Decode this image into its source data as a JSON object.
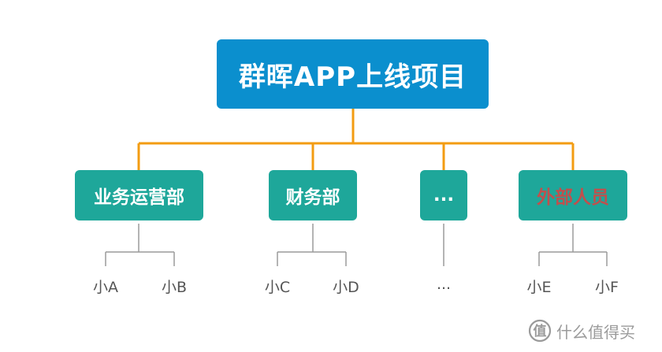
{
  "root": {
    "label": "群晖APP上线项目"
  },
  "departments": [
    {
      "label": "业务运营部",
      "text_color": "#ffffff"
    },
    {
      "label": "财务部",
      "text_color": "#ffffff"
    },
    {
      "label": "...",
      "text_color": "#ffffff"
    },
    {
      "label": "外部人员",
      "text_color": "#c0504d"
    }
  ],
  "members": [
    "小A",
    "小B",
    "小C",
    "小D",
    "...",
    "小E",
    "小F"
  ],
  "watermark": {
    "text": "什么值得买"
  },
  "colors": {
    "root_box": "#0b8fce",
    "dept_box": "#1ea79a",
    "connector": "#f39c12",
    "leaf_line": "#9a9a9a",
    "external_text": "#c0504d"
  }
}
